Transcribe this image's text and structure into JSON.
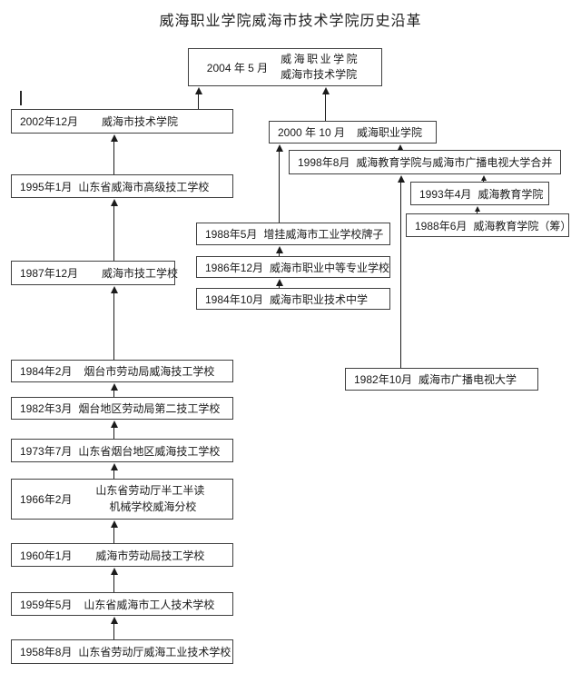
{
  "title": "威海职业学院威海市技术学院历史沿革",
  "colors": {
    "background": "#ffffff",
    "box_border": "#3f3f3f",
    "text": "#1a1a1a",
    "arrow": "#1c1c1c"
  },
  "nodes": {
    "n2004": {
      "date": "2004 年 5 月",
      "line1": "威海职业学院",
      "line2": "威海市技术学院"
    },
    "n2002": {
      "date": "2002年12月",
      "label": "威海市技术学院"
    },
    "n2000": {
      "date": "2000 年 10 月",
      "label": "威海职业学院"
    },
    "n1998": {
      "date": "1998年8月",
      "label": "威海教育学院与威海市广播电视大学合并"
    },
    "n1995": {
      "date": "1995年1月",
      "label": "山东省威海市高级技工学校"
    },
    "n1993": {
      "date": "1993年4月",
      "label": "威海教育学院"
    },
    "n1988r": {
      "date": "1988年6月",
      "label": "威海教育学院（筹）"
    },
    "n1988m": {
      "date": "1988年5月",
      "label": "增挂威海市工业学校牌子"
    },
    "n1987": {
      "date": "1987年12月",
      "label": "威海市技工学校"
    },
    "n1986": {
      "date": "1986年12月",
      "label": "威海市职业中等专业学校"
    },
    "n1984m": {
      "date": "1984年10月",
      "label": "威海市职业技术中学"
    },
    "n1984l": {
      "date": "1984年2月",
      "label": "烟台市劳动局威海技工学校"
    },
    "n1982l": {
      "date": "1982年3月",
      "label": "烟台地区劳动局第二技工学校"
    },
    "n1982r": {
      "date": "1982年10月",
      "label": "威海市广播电视大学"
    },
    "n1973": {
      "date": "1973年7月",
      "label": "山东省烟台地区威海技工学校"
    },
    "n1966": {
      "date": "1966年2月",
      "line1": "山东省劳动厅半工半读",
      "line2": "机械学校威海分校"
    },
    "n1960": {
      "date": "1960年1月",
      "label": "威海市劳动局技工学校"
    },
    "n1959": {
      "date": "1959年5月",
      "label": "山东省威海市工人技术学校"
    },
    "n1958": {
      "date": "1958年8月",
      "label": "山东省劳动厅威海工业技术学校"
    }
  },
  "edges": [
    {
      "from": "n2002",
      "to": "n2004"
    },
    {
      "from": "n2000",
      "to": "n2004"
    },
    {
      "from": "n1995",
      "to": "n2002"
    },
    {
      "from": "n1987",
      "to": "n1995"
    },
    {
      "from": "n1984l",
      "to": "n1987"
    },
    {
      "from": "n1982l",
      "to": "n1984l"
    },
    {
      "from": "n1973",
      "to": "n1982l"
    },
    {
      "from": "n1966",
      "to": "n1973"
    },
    {
      "from": "n1960",
      "to": "n1966"
    },
    {
      "from": "n1959",
      "to": "n1960"
    },
    {
      "from": "n1958",
      "to": "n1959"
    },
    {
      "from": "n1988m",
      "to": "n2000"
    },
    {
      "from": "n1998",
      "to": "n2000"
    },
    {
      "from": "n1993",
      "to": "n1998"
    },
    {
      "from": "n1982r",
      "to": "n1998"
    },
    {
      "from": "n1988r",
      "to": "n1993"
    },
    {
      "from": "n1986",
      "to": "n1988m"
    },
    {
      "from": "n1984m",
      "to": "n1986"
    }
  ]
}
